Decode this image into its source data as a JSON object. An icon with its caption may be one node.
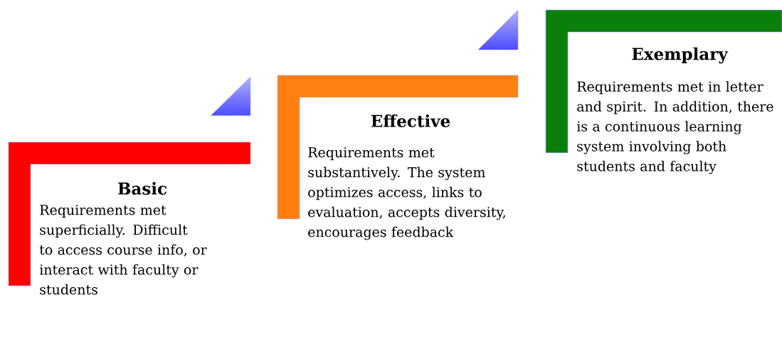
{
  "diagram": {
    "nodes": [
      {
        "text": [
          "Basic",
          "Requirements met superficially. Difficult to access course info, or interact with faculty or students"
        ]
      },
      {
        "text": [
          "Effective",
          "Requirements met substantively. The system optimizes access, links to evaluation, accepts diversity, encourages feedback"
        ]
      },
      {
        "text": [
          "Exemplary",
          "Requirements met in letter and spirit. In addition, there is a continuous learning system involving both students and faculty"
        ]
      }
    ]
  }
}
